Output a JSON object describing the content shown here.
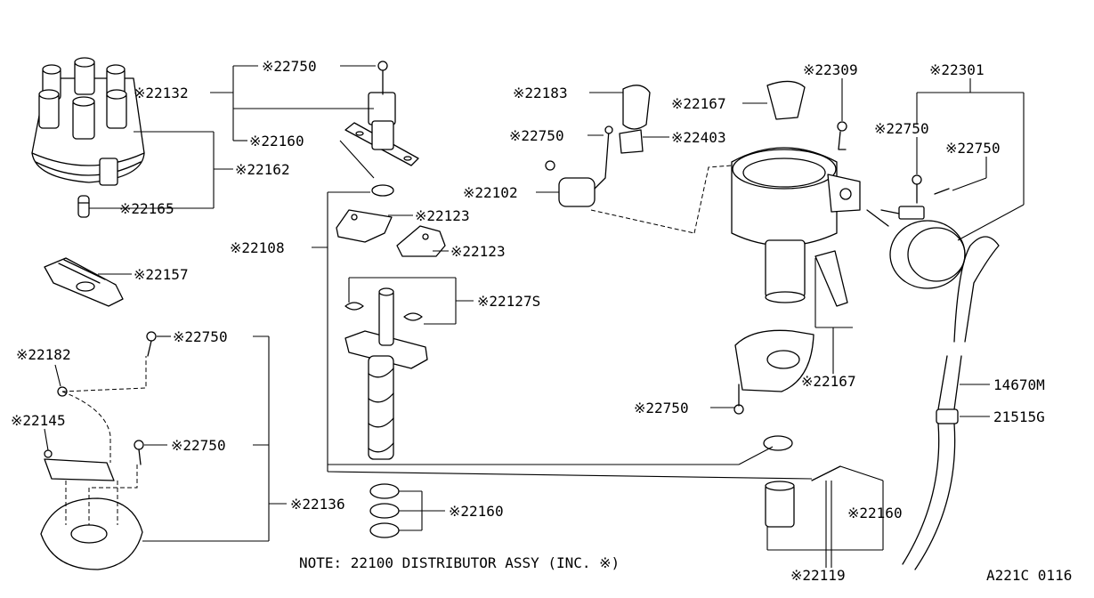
{
  "diagram_code": "A221C 0116",
  "note": "NOTE: 22100 DISTRIBUTOR ASSY (INC. ※)",
  "labels": {
    "p22132": "※22132",
    "p22750_a": "※22750",
    "p22160_a": "※22160",
    "p22162": "※22162",
    "p22165": "※22165",
    "p22157": "※22157",
    "p22108": "※22108",
    "p22123_a": "※22123",
    "p22123_b": "※22123",
    "p22127s": "※22127S",
    "p22750_b": "※22750",
    "p22182": "※22182",
    "p22145": "※22145",
    "p22750_c": "※22750",
    "p22136": "※22136",
    "p22160_b": "※22160",
    "p22183": "※22183",
    "p22167_a": "※22167",
    "p22750_d": "※22750",
    "p22403": "※22403",
    "p22102": "※22102",
    "p22309": "※22309",
    "p22301": "※22301",
    "p22750_e": "※22750",
    "p22750_f": "※22750",
    "p22167_b": "※22167",
    "p22750_g": "※22750",
    "p14670m": "14670M",
    "p21515g": "21515G",
    "p22160_c": "※22160",
    "p22119": "※22119"
  }
}
